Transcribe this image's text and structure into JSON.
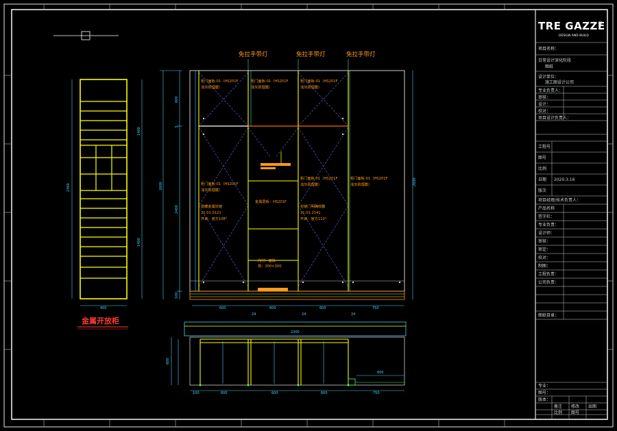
{
  "brand": {
    "logo_text": "TRE GAZZE",
    "subtitle": "DESIGN AND BUILD"
  },
  "annotations": {
    "led_label": "免拉手带灯",
    "title_main": "金属开放柜"
  },
  "dimensions": {
    "left_total_height": "2300",
    "left_upper": "1400",
    "left_lower": "1400",
    "left_width": "400",
    "elev_total_left": "2600",
    "elev_total_right": "2600",
    "elev_seg_top": "600",
    "elev_seg_mid": "2400",
    "elev_seg_small": "3",
    "elev_base": "100",
    "elev_w1": "600",
    "elev_w2": "600",
    "elev_w3": "600",
    "elev_w4": "750",
    "gap": "24",
    "plan_total": "2300",
    "plan_depth": "600",
    "plan_a": "100",
    "plan_b": "600",
    "plan_c": "600",
    "plan_d": "600",
    "plan_e": "750",
    "plan_f": "600"
  },
  "notes": {
    "door_top_1": "柜门面板-01（HS201F",
    "door_top_1b": "浅灰肌理膜）",
    "door_top_2": "柜门面板-01（HS201F",
    "door_top_2b": "浅灰肌理膜）",
    "door_top_3": "柜门面板-01（HS201F",
    "door_top_3b": "浅灰肌理膜）",
    "door_mid_1": "柜门面板-01（HS201F",
    "door_mid_1b": "浅灰肌理膜）",
    "door_mid_3": "柜门面板-01（HS201F",
    "door_mid_3b": "浅灰肌理膜）",
    "door_mid_4": "柜门面板-01（HS201F",
    "door_mid_4b": "浅灰肌理膜）",
    "hinge_left": "隐藏金属铰链",
    "hinge_left_2": "21.01.0121",
    "hinge_left_3": "开启：官方108°",
    "hinge_right": "铰链门明确收腹",
    "hinge_right_2": "21.01.2141",
    "hinge_right_3": "开启：官方110°",
    "center_note": "金属层板：HS201F",
    "center_note_2": "内衬：面板",
    "center_note_3": "规：300×300"
  },
  "title_block": {
    "rows": [
      "项目名称：",
      "日常设计深化阶段",
      "图纸",
      "设计单位：",
      "施工图设计公司",
      "专业负责人：",
      "审核：",
      "设计：",
      "校对：",
      "项目设计负责人：",
      "工程号",
      "图号",
      "比例",
      "日期",
      "2020.3.16",
      "版次",
      "项目经理/技术负责人：",
      "产品名称",
      "签字栏：",
      "专业负责：",
      "设计师：",
      "审核：",
      "审定：",
      "校对：",
      "制图：",
      "工程负责：",
      "公司负责：",
      "图纸目录：",
      "专业：",
      "图号：",
      "版本：",
      "备注",
      "修改",
      "出图",
      "比例",
      "图号"
    ]
  },
  "colors": {
    "frame": "#ffffff",
    "led": "#ff9a1a",
    "cabinet": "#ffff00",
    "dim": "#40d8ff",
    "note": "#ff9a1a",
    "diag": "#6b6bff",
    "title": "#ff3b30"
  }
}
